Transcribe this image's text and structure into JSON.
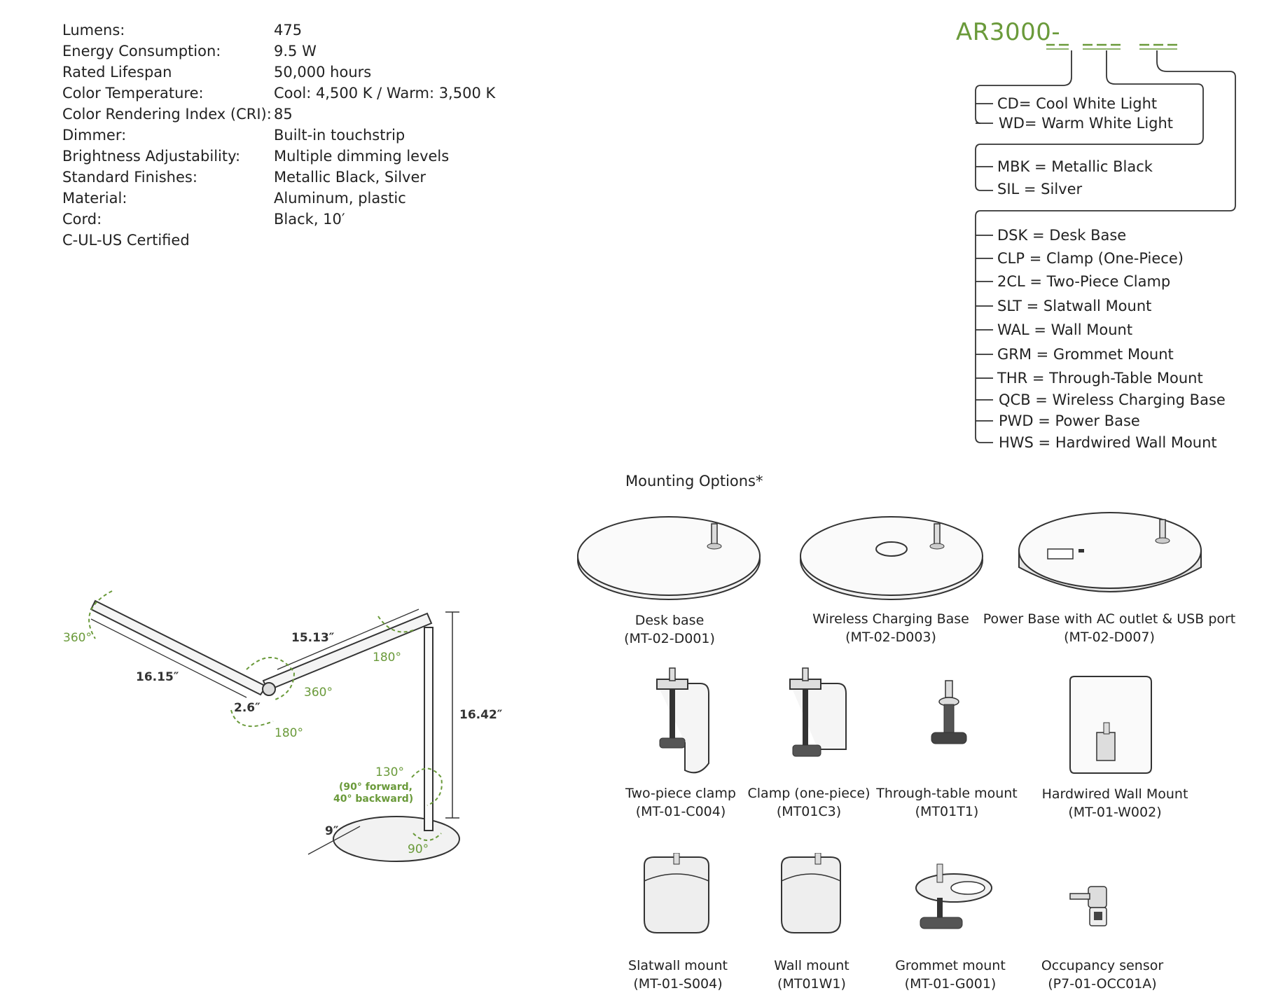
{
  "specs": [
    {
      "label": "Lumens:",
      "value": "475"
    },
    {
      "label": "Energy Consumption:",
      "value": "9.5 W"
    },
    {
      "label": "Rated Lifespan",
      "value": "50,000 hours"
    },
    {
      "label": "Color Temperature:",
      "value": "Cool: 4,500 K / Warm: 3,500 K"
    },
    {
      "label": "Color Rendering Index (CRI):",
      "value": "85"
    },
    {
      "label": "Dimmer:",
      "value": "Built-in touchstrip"
    },
    {
      "label": "Brightness Adjustability:",
      "value": "Multiple dimming levels"
    },
    {
      "label": "Standard Finishes:",
      "value": "Metallic Black, Silver"
    },
    {
      "label": "Material:",
      "value": "Aluminum, plastic"
    },
    {
      "label": "Cord:",
      "value": "Black, 10′"
    },
    {
      "label": "C-UL-US Certified",
      "value": ""
    }
  ],
  "model": {
    "prefix": "AR3000-",
    "color_options": [
      "CD= Cool White Light",
      "WD= Warm White Light"
    ],
    "finish_options": [
      "MBK = Metallic Black",
      "SIL = Silver"
    ],
    "mount_options": [
      "DSK = Desk Base",
      "CLP = Clamp (One-Piece)",
      "2CL = Two-Piece Clamp",
      "SLT = Slatwall Mount",
      "WAL = Wall Mount",
      "GRM = Grommet Mount",
      "THR = Through-Table Mount",
      "QCB = Wireless Charging Base",
      "PWD = Power Base",
      "HWS = Hardwired Wall Mount"
    ]
  },
  "lamp_diagram": {
    "dims": {
      "arm1": "16.15″",
      "arm2": "15.13″",
      "head": "2.6″",
      "height": "16.42″",
      "base": "9″"
    },
    "angles": {
      "a1": "360°",
      "a2": "360°",
      "a3": "180°",
      "a4": "180°",
      "a5": "130°",
      "a5_note1": "(90° forward,",
      "a5_note2": "40° backward)",
      "a6": "90°"
    }
  },
  "mounting": {
    "title": "Mounting Options*",
    "items": [
      {
        "name": "Desk base",
        "code": "(MT-02-D001)"
      },
      {
        "name": "Wireless Charging Base",
        "code": "(MT-02-D003)"
      },
      {
        "name": "Power Base with AC outlet & USB port",
        "code": "(MT-02-D007)"
      },
      {
        "name": "Two-piece clamp",
        "code": "(MT-01-C004)"
      },
      {
        "name": "Clamp (one-piece)",
        "code": "(MT01C3)"
      },
      {
        "name": "Through-table mount",
        "code": "(MT01T1)"
      },
      {
        "name": "Hardwired Wall Mount",
        "code": "(MT-01-W002)"
      },
      {
        "name": "Slatwall mount",
        "code": "(MT-01-S004)"
      },
      {
        "name": "Wall mount",
        "code": "(MT01W1)"
      },
      {
        "name": "Grommet mount",
        "code": "(MT-01-G001)"
      },
      {
        "name": "Occupancy sensor",
        "code": "(P7-01-OCC01A)"
      }
    ]
  },
  "colors": {
    "accent": "#6a9a3a",
    "text": "#222222"
  }
}
